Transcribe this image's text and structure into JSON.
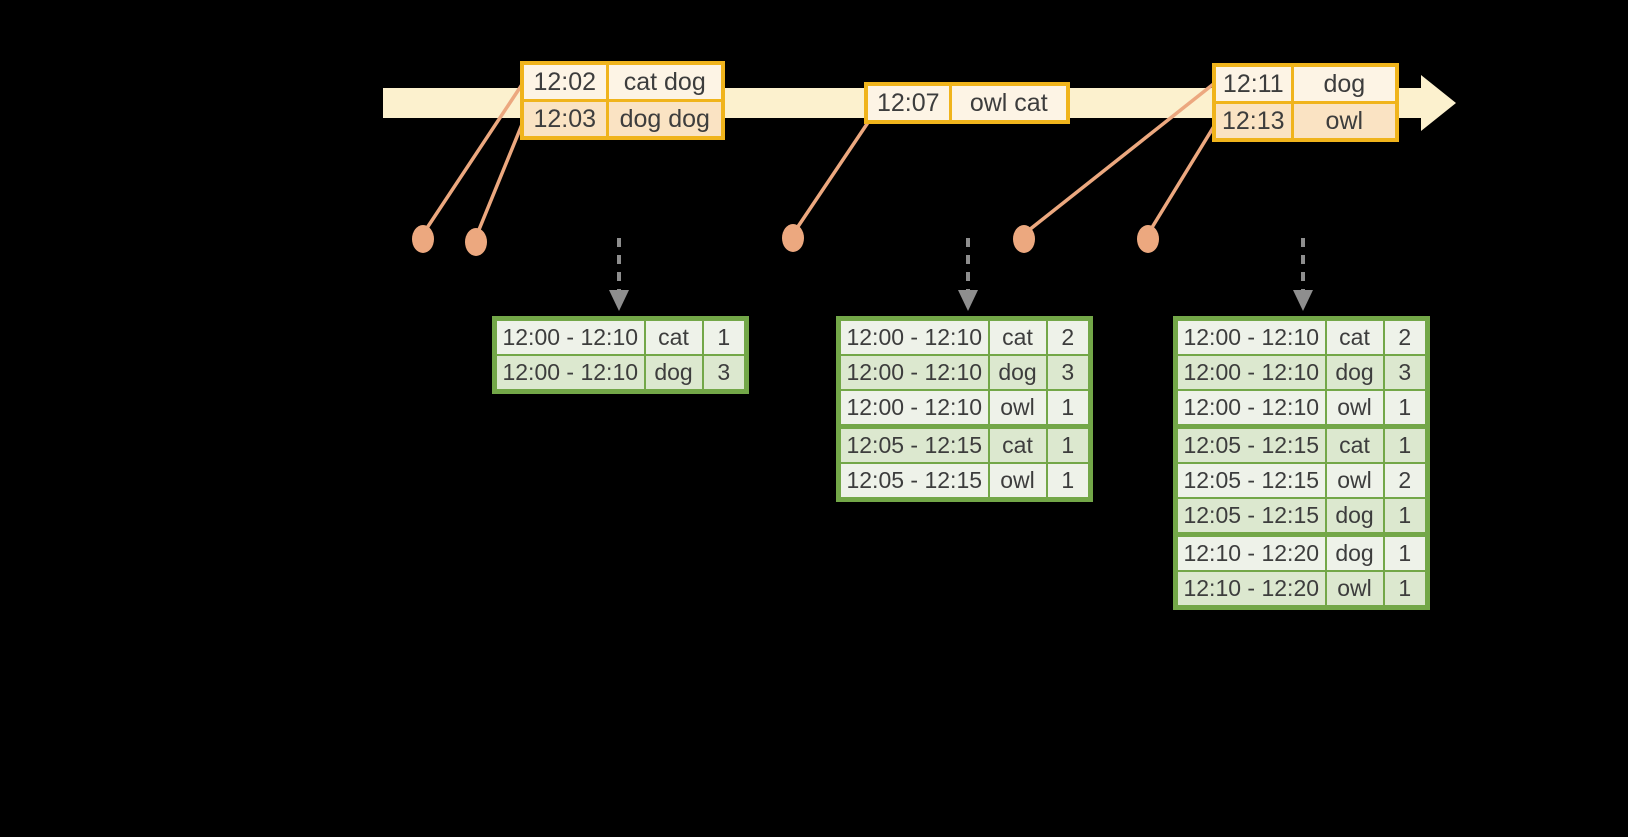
{
  "colors": {
    "background": "#000000",
    "timeline_band": "#fcf1ce",
    "event_border": "#f0b41c",
    "event_row_dark": "#fae3c3",
    "event_row_light": "#fdf4e5",
    "connector": "#eca87f",
    "trigger_arrow": "#8e8e8e",
    "result_border": "#73a748",
    "result_row_dark": "#dce8cf",
    "result_row_light": "#eef2e9",
    "text": "#3d3d3d"
  },
  "timeline": {
    "event_tables": [
      {
        "rows": [
          {
            "time": "12:02",
            "words": "cat dog"
          },
          {
            "time": "12:03",
            "words": "dog dog"
          }
        ]
      },
      {
        "rows": [
          {
            "time": "12:07",
            "words": "owl cat"
          }
        ]
      },
      {
        "rows": [
          {
            "time": "12:11",
            "words": "dog"
          },
          {
            "time": "12:13",
            "words": "owl"
          }
        ]
      }
    ]
  },
  "result_tables": [
    {
      "rows": [
        {
          "window": "12:00 - 12:10",
          "word": "cat",
          "count": "1",
          "group": 0
        },
        {
          "window": "12:00 - 12:10",
          "word": "dog",
          "count": "3",
          "group": 0
        }
      ]
    },
    {
      "rows": [
        {
          "window": "12:00 - 12:10",
          "word": "cat",
          "count": "2",
          "group": 0
        },
        {
          "window": "12:00 - 12:10",
          "word": "dog",
          "count": "3",
          "group": 0
        },
        {
          "window": "12:00 - 12:10",
          "word": "owl",
          "count": "1",
          "group": 0
        },
        {
          "window": "12:05 - 12:15",
          "word": "cat",
          "count": "1",
          "group": 1
        },
        {
          "window": "12:05 - 12:15",
          "word": "owl",
          "count": "1",
          "group": 1
        }
      ]
    },
    {
      "rows": [
        {
          "window": "12:00 - 12:10",
          "word": "cat",
          "count": "2",
          "group": 0
        },
        {
          "window": "12:00 - 12:10",
          "word": "dog",
          "count": "3",
          "group": 0
        },
        {
          "window": "12:00 - 12:10",
          "word": "owl",
          "count": "1",
          "group": 0
        },
        {
          "window": "12:05 - 12:15",
          "word": "cat",
          "count": "1",
          "group": 1
        },
        {
          "window": "12:05 - 12:15",
          "word": "owl",
          "count": "2",
          "group": 1
        },
        {
          "window": "12:05 - 12:15",
          "word": "dog",
          "count": "1",
          "group": 1
        },
        {
          "window": "12:10 - 12:20",
          "word": "dog",
          "count": "1",
          "group": 2
        },
        {
          "window": "12:10 - 12:20",
          "word": "owl",
          "count": "1",
          "group": 2
        }
      ]
    }
  ]
}
